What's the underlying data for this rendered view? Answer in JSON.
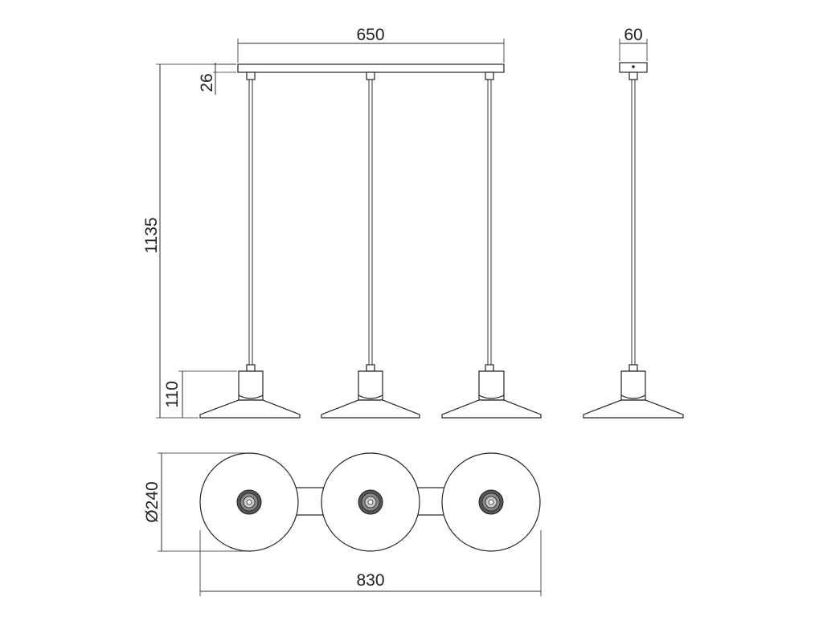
{
  "dimensions": {
    "canopy_length": "650",
    "canopy_depth": "60",
    "canopy_height": "26",
    "total_height": "1135",
    "shade_height": "110",
    "shade_diameter": "Ø240",
    "total_length": "830"
  },
  "colors": {
    "line": "#222222",
    "background": "#ffffff"
  }
}
